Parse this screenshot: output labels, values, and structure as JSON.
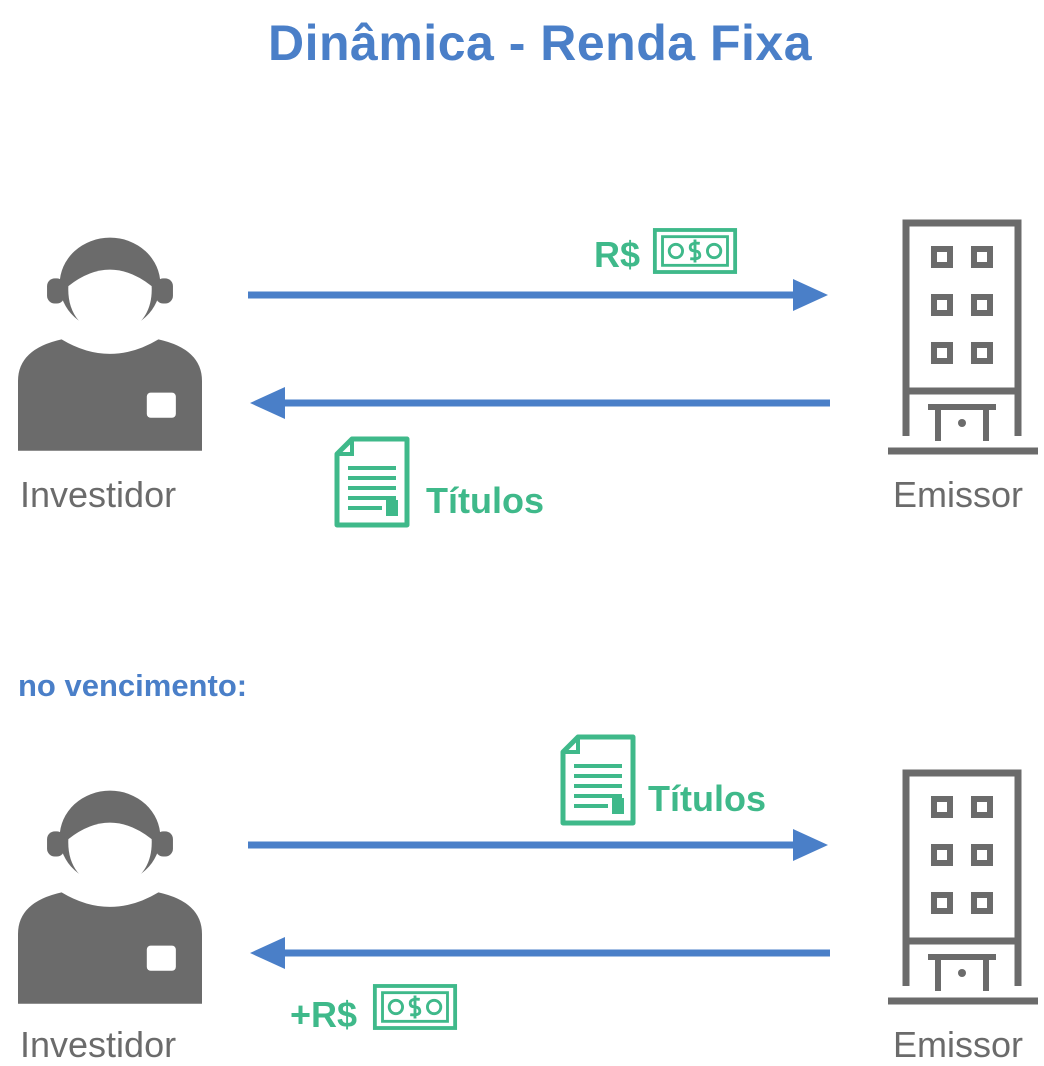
{
  "title": "Dinâmica - Renda Fixa",
  "colors": {
    "accent_blue": "#4a7fc8",
    "money_green": "#3fb98a",
    "icon_gray": "#6b6b6b"
  },
  "section1": {
    "left_party": "Investidor",
    "right_party": "Emissor",
    "top_arrow_label": "R$",
    "top_arrow_icon": "banknote-icon",
    "bottom_arrow_label": "Títulos",
    "bottom_arrow_icon": "document-icon"
  },
  "section2": {
    "heading": "no vencimento:",
    "left_party": "Investidor",
    "right_party": "Emissor",
    "top_arrow_label": "Títulos",
    "top_arrow_icon": "document-icon",
    "bottom_arrow_label": "+R$",
    "bottom_arrow_icon": "banknote-icon"
  }
}
